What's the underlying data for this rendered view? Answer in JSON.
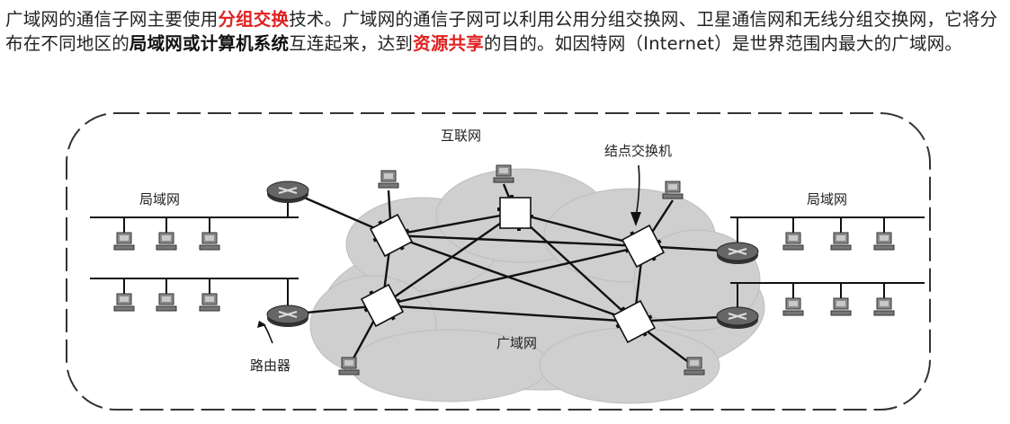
{
  "paragraph": {
    "p1": "广域网的通信子网主要使用",
    "r1": "分组交换",
    "p2": "技术。广域网的通信子网可以利用公用分组交换网、卫星通信网和无线分组交换网，它将分布在不同地区的",
    "b1": "局域网或计算机系统",
    "p3": "互连起来，达到",
    "r2": "资源共享",
    "p4": "的目的。如因特网（Internet）是世界范围内最大的广域网。"
  },
  "diagram": {
    "label_internet": "互联网",
    "label_node_switch": "结点交换机",
    "label_lan_top_left": "局域网",
    "label_lan_top_right": "局域网",
    "label_wan": "广域网",
    "label_router": "路由器"
  },
  "colors": {
    "highlight": "#e02020",
    "cloud": "#cfcfcf"
  }
}
